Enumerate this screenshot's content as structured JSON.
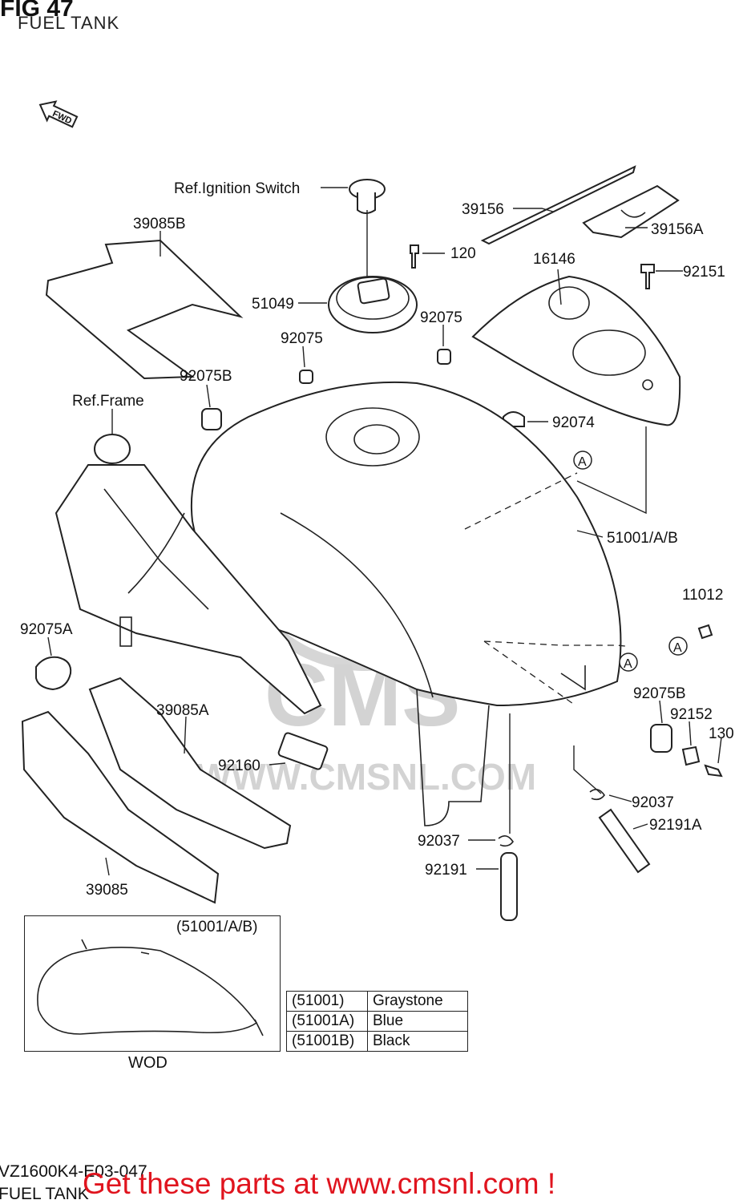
{
  "figure": {
    "title": "FIG 47",
    "subtitle": "FUEL TANK",
    "code": "VZ1600K4-E03-047",
    "footer_caption": "FUEL TANK"
  },
  "fwd_marker": "FWD",
  "callouts": [
    "Ref.Ignition Switch",
    "39156",
    "39156A",
    "39085B",
    "120",
    "16146",
    "92151",
    "51049",
    "92075",
    "92075",
    "92075B",
    "Ref.Frame",
    "92074",
    "51001/A/B",
    "11012",
    "92075A",
    "39085A",
    "92075B",
    "92152",
    "130",
    "92160",
    "92037",
    "92191A",
    "92037",
    "92191",
    "39085"
  ],
  "ref_marker": "A",
  "inset": {
    "ref_label": "(51001/A/B)",
    "label": "WOD"
  },
  "color_table": [
    {
      "part": "(51001)",
      "color": "Graystone"
    },
    {
      "part": "(51001A)",
      "color": "Blue"
    },
    {
      "part": "(51001B)",
      "color": "Black"
    }
  ],
  "watermark": "CMS",
  "watermark_url": "WWW.CMSNL.COM",
  "promo": "Get these parts at www.cmsnl.com !"
}
